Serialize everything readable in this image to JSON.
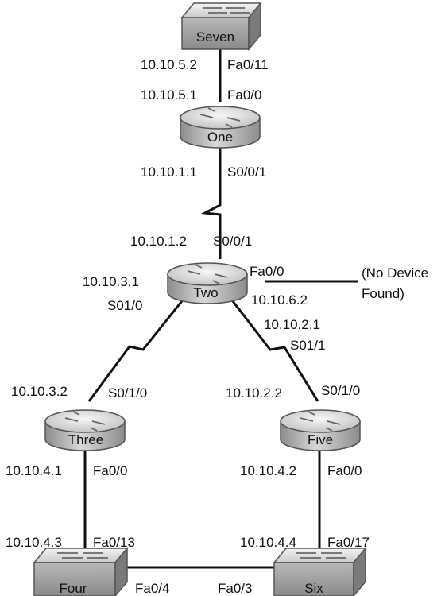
{
  "devices": {
    "seven": "Seven",
    "one": "One",
    "two": "Two",
    "three": "Three",
    "five": "Five",
    "four": "Four",
    "six": "Six"
  },
  "labels": {
    "seven_ip": "10.10.5.2",
    "seven_port": "Fa0/11",
    "one_top_ip": "10.10.5.1",
    "one_top_port": "Fa0/0",
    "one_bot_ip": "10.10.1.1",
    "one_bot_port": "S0/0/1",
    "two_top_ip": "10.10.1.2",
    "two_top_port": "S0/0/1",
    "two_right_port": "Fa0/0",
    "two_right_ip": "10.10.6.2",
    "no_device_line1": "(No Device",
    "no_device_line2": "Found)",
    "two_left_ip": "10.10.3.1",
    "two_left_port": "S01/0",
    "two_right_serial_ip": "10.10.2.1",
    "two_right_serial_port": "S01/1",
    "three_ip": "10.10.3.2",
    "three_port": "S0/1/0",
    "five_ip": "10.10.2.2",
    "five_port": "S0/1/0",
    "three_bot_ip": "10.10.4.1",
    "three_bot_port": "Fa0/0",
    "five_bot_ip": "10.10.4.2",
    "five_bot_port": "Fa0/0",
    "four_ip": "10.10.4.3",
    "four_port": "Fa0/13",
    "six_ip": "10.10.4.4",
    "six_port": "Fa0/17",
    "four_right_port": "Fa0/4",
    "six_left_port": "Fa0/3"
  }
}
